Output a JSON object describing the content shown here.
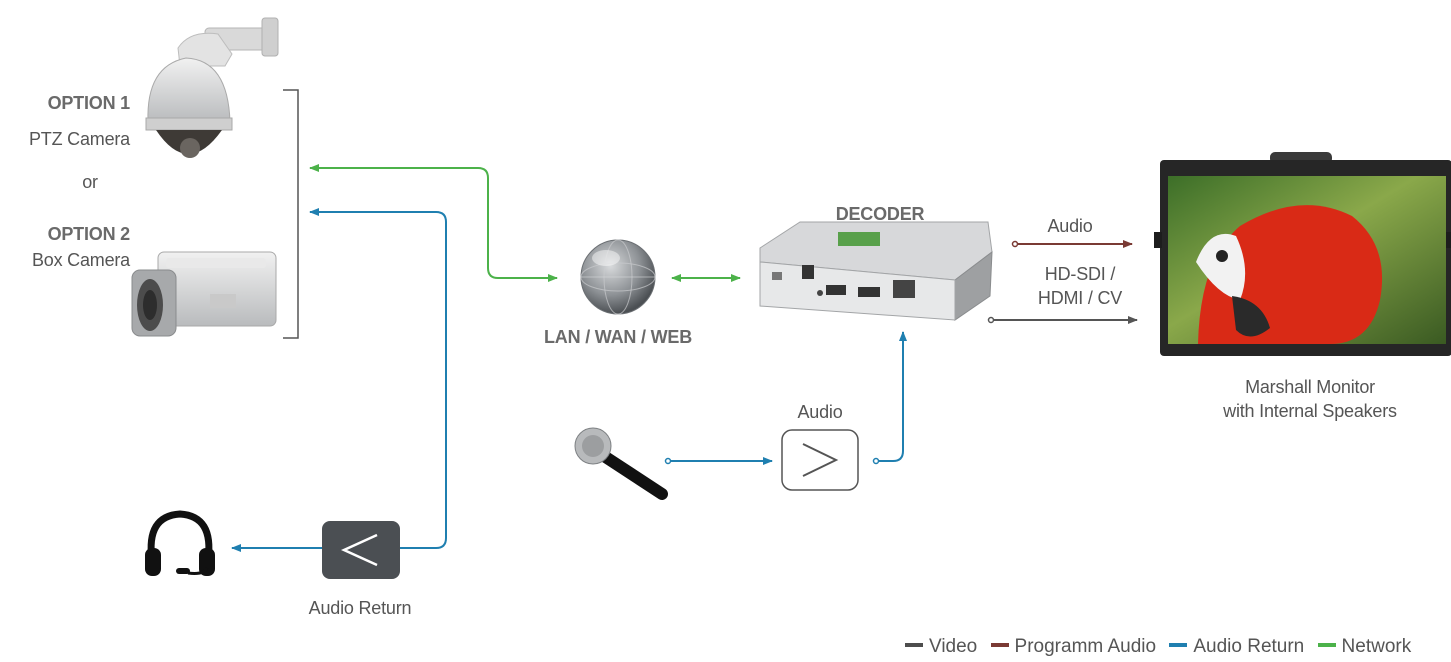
{
  "labels": {
    "option1_title": "OPTION 1",
    "option1_sub": "PTZ  Camera",
    "or": "or",
    "option2_title": "OPTION 2",
    "option2_sub": "Box Camera",
    "network": "LAN / WAN / WEB",
    "decoder": "DECODER",
    "audio_out": "Audio",
    "video_out_line1": "HD-SDI /",
    "video_out_line2": "HDMI / CV",
    "monitor_line1": "Marshall Monitor",
    "monitor_line2": "with Internal Speakers",
    "audio_in": "Audio",
    "audio_return": "Audio Return"
  },
  "legend": [
    {
      "label": "Video",
      "color": "#4d4d4d"
    },
    {
      "label": "Programm Audio",
      "color": "#7a3a34"
    },
    {
      "label": "Audio Return",
      "color": "#1f7fb0"
    },
    {
      "label": "Network",
      "color": "#4cb24a"
    }
  ],
  "colors": {
    "video": "#555555",
    "program_audio": "#7a3a34",
    "audio_return": "#1f7fb0",
    "network": "#4cb24a"
  },
  "icons": [
    "ptz-camera-icon",
    "box-camera-icon",
    "globe-icon",
    "decoder-device-icon",
    "monitor-icon",
    "microphone-icon",
    "amplifier-icon",
    "headphones-icon"
  ]
}
